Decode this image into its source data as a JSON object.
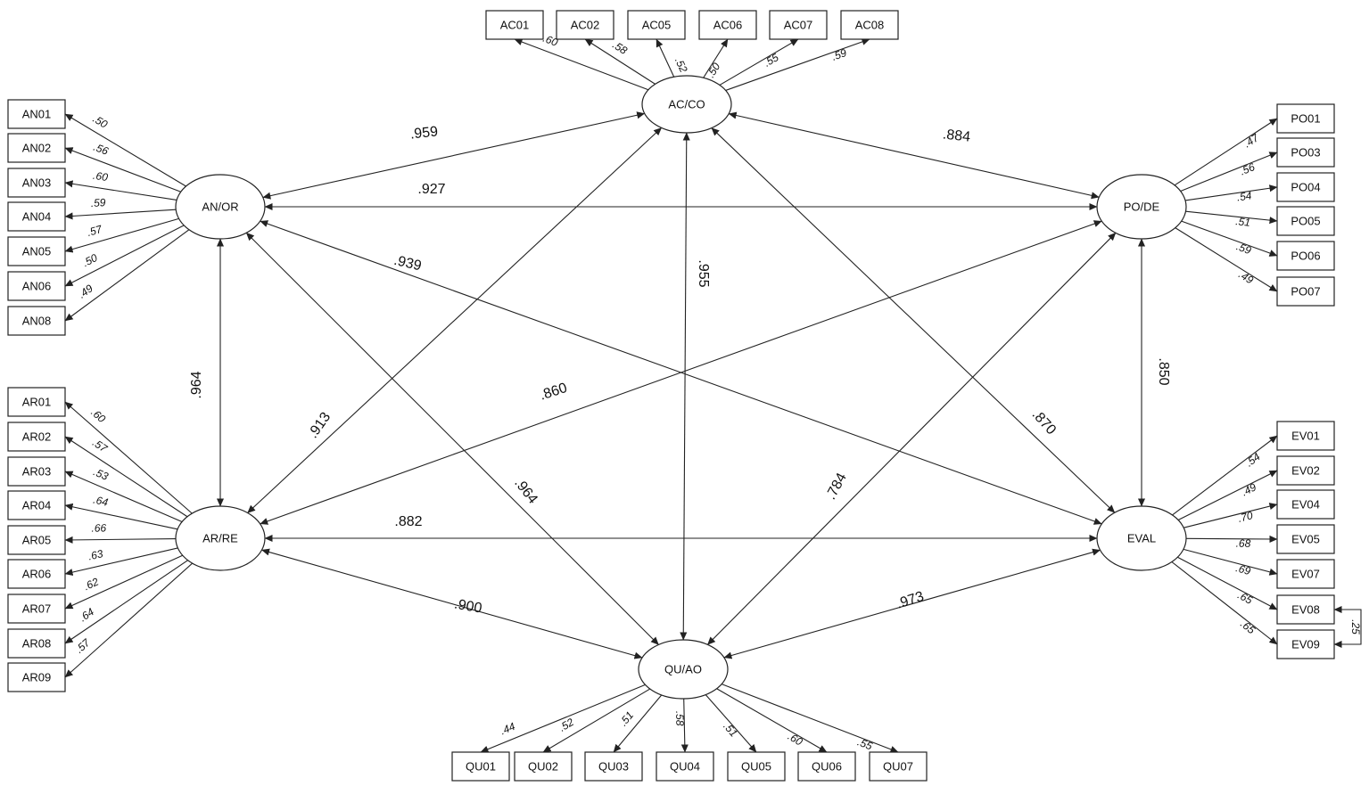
{
  "latents": [
    {
      "id": "ACCO",
      "label": "AC/CO"
    },
    {
      "id": "ANOR",
      "label": "AN/OR"
    },
    {
      "id": "PODE",
      "label": "PO/DE"
    },
    {
      "id": "ARRE",
      "label": "AR/RE"
    },
    {
      "id": "EVAL",
      "label": "EVAL"
    },
    {
      "id": "QUAO",
      "label": "QU/AO"
    }
  ],
  "indicators": [
    {
      "label": "AC01",
      "latent": "ACCO",
      "loading": ".60"
    },
    {
      "label": "AC02",
      "latent": "ACCO",
      "loading": ".58"
    },
    {
      "label": "AC05",
      "latent": "ACCO",
      "loading": ".52"
    },
    {
      "label": "AC06",
      "latent": "ACCO",
      "loading": ".50"
    },
    {
      "label": "AC07",
      "latent": "ACCO",
      "loading": ".55"
    },
    {
      "label": "AC08",
      "latent": "ACCO",
      "loading": ".59"
    },
    {
      "label": "AN01",
      "latent": "ANOR",
      "loading": ".50"
    },
    {
      "label": "AN02",
      "latent": "ANOR",
      "loading": ".56"
    },
    {
      "label": "AN03",
      "latent": "ANOR",
      "loading": ".60"
    },
    {
      "label": "AN04",
      "latent": "ANOR",
      "loading": ".59"
    },
    {
      "label": "AN05",
      "latent": "ANOR",
      "loading": ".57"
    },
    {
      "label": "AN06",
      "latent": "ANOR",
      "loading": ".50"
    },
    {
      "label": "AN08",
      "latent": "ANOR",
      "loading": ".49"
    },
    {
      "label": "AR01",
      "latent": "ARRE",
      "loading": ".60"
    },
    {
      "label": "AR02",
      "latent": "ARRE",
      "loading": ".57"
    },
    {
      "label": "AR03",
      "latent": "ARRE",
      "loading": ".53"
    },
    {
      "label": "AR04",
      "latent": "ARRE",
      "loading": ".64"
    },
    {
      "label": "AR05",
      "latent": "ARRE",
      "loading": ".66"
    },
    {
      "label": "AR06",
      "latent": "ARRE",
      "loading": ".63"
    },
    {
      "label": "AR07",
      "latent": "ARRE",
      "loading": ".62"
    },
    {
      "label": "AR08",
      "latent": "ARRE",
      "loading": ".64"
    },
    {
      "label": "AR09",
      "latent": "ARRE",
      "loading": ".57"
    },
    {
      "label": "PO01",
      "latent": "PODE",
      "loading": ".47"
    },
    {
      "label": "PO03",
      "latent": "PODE",
      "loading": ".56"
    },
    {
      "label": "PO04",
      "latent": "PODE",
      "loading": ".54"
    },
    {
      "label": "PO05",
      "latent": "PODE",
      "loading": ".51"
    },
    {
      "label": "PO06",
      "latent": "PODE",
      "loading": ".59"
    },
    {
      "label": "PO07",
      "latent": "PODE",
      "loading": ".49"
    },
    {
      "label": "EV01",
      "latent": "EVAL",
      "loading": ".54"
    },
    {
      "label": "EV02",
      "latent": "EVAL",
      "loading": ".49"
    },
    {
      "label": "EV04",
      "latent": "EVAL",
      "loading": ".70"
    },
    {
      "label": "EV05",
      "latent": "EVAL",
      "loading": ".68"
    },
    {
      "label": "EV07",
      "latent": "EVAL",
      "loading": ".69"
    },
    {
      "label": "EV08",
      "latent": "EVAL",
      "loading": ".65"
    },
    {
      "label": "EV09",
      "latent": "EVAL",
      "loading": ".65"
    },
    {
      "label": "QU01",
      "latent": "QUAO",
      "loading": ".44"
    },
    {
      "label": "QU02",
      "latent": "QUAO",
      "loading": ".52"
    },
    {
      "label": "QU03",
      "latent": "QUAO",
      "loading": ".51"
    },
    {
      "label": "QU04",
      "latent": "QUAO",
      "loading": ".58"
    },
    {
      "label": "QU05",
      "latent": "QUAO",
      "loading": ".51"
    },
    {
      "label": "QU06",
      "latent": "QUAO",
      "loading": ".60"
    },
    {
      "label": "QU07",
      "latent": "QUAO",
      "loading": ".55"
    }
  ],
  "correlations": [
    {
      "a": "ACCO",
      "b": "ANOR",
      "value": ".959"
    },
    {
      "a": "ACCO",
      "b": "PODE",
      "value": ".884"
    },
    {
      "a": "ANOR",
      "b": "PODE",
      "value": ".927"
    },
    {
      "a": "ANOR",
      "b": "EVAL",
      "value": ".939"
    },
    {
      "a": "ACCO",
      "b": "QUAO",
      "value": ".955"
    },
    {
      "a": "ANOR",
      "b": "ARRE",
      "value": ".964"
    },
    {
      "a": "PODE",
      "b": "EVAL",
      "value": ".850"
    },
    {
      "a": "ARRE",
      "b": "PODE",
      "value": ".860"
    },
    {
      "a": "ACCO",
      "b": "ARRE",
      "value": ".913"
    },
    {
      "a": "ACCO",
      "b": "EVAL",
      "value": ".870"
    },
    {
      "a": "ANOR",
      "b": "QUAO",
      "value": ".964"
    },
    {
      "a": "PODE",
      "b": "QUAO",
      "value": ".784"
    },
    {
      "a": "ARRE",
      "b": "EVAL",
      "value": ".882"
    },
    {
      "a": "ARRE",
      "b": "QUAO",
      "value": ".900"
    },
    {
      "a": "EVAL",
      "b": "QUAO",
      "value": ".973"
    }
  ],
  "error_correlations": [
    {
      "a": "EV08",
      "b": "EV09",
      "value": ".25"
    }
  ]
}
